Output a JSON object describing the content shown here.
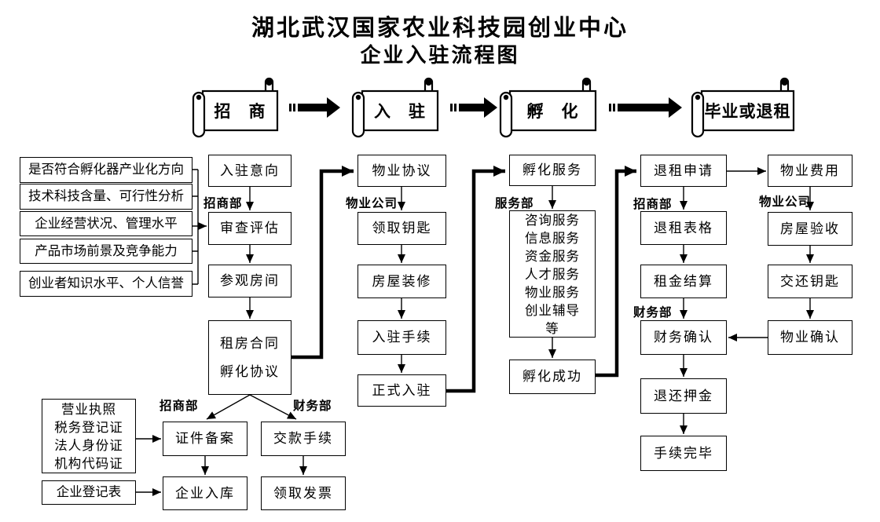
{
  "title": {
    "line1": "湖北武汉国家农业科技园创业中心",
    "line2": "企业入驻流程图"
  },
  "banners": {
    "b1": "招　商",
    "b2": "入　驻",
    "b3": "孵　化",
    "b4": "毕业或退租"
  },
  "criteria": {
    "c1": "是否符合孵化器产业化方向",
    "c2": "技术科技含量、可行性分析",
    "c3": "企业经营状况、管理水平",
    "c4": "产品市场前景及竞争能力",
    "c5": "创业者知识水平、个人信誉"
  },
  "col_zhaoshang": {
    "dept": "招商部",
    "intent": "入驻意向",
    "review": "审查评估",
    "visit": "参观房间",
    "contract1": "租房合同",
    "contract2": "孵化协议"
  },
  "registration": {
    "dept_left": "招商部",
    "dept_right": "财务部",
    "docs1": "营业执照",
    "docs2": "税务登记证",
    "docs3": "法人身份证",
    "docs4": "机构代码证",
    "form": "企业登记表",
    "filing": "证件备案",
    "archive": "企业入库",
    "payment": "交款手续",
    "invoice": "领取发票"
  },
  "col_wuye": {
    "dept": "物业公司",
    "agreement": "物业协议",
    "keys": "领取钥匙",
    "renovation": "房屋装修",
    "checkin": "入驻手续",
    "official": "正式入驻"
  },
  "col_service": {
    "dept": "服务部",
    "incubation": "孵化服务",
    "s1": "咨询服务",
    "s2": "信息服务",
    "s3": "资金服务",
    "s4": "人才服务",
    "s5": "物业服务",
    "s6": "创业辅导",
    "s7": "等",
    "success": "孵化成功"
  },
  "col_tuizu": {
    "dept1": "招商部",
    "dept2": "财务部",
    "apply": "退租申请",
    "form": "退租表格",
    "settlement": "租金结算",
    "finance_confirm": "财务确认",
    "deposit": "退还押金",
    "complete": "手续完毕"
  },
  "col_wuye2": {
    "dept": "物业公司",
    "fee": "物业费用",
    "inspection": "房屋验收",
    "return_keys": "交还钥匙",
    "confirm": "物业确认"
  },
  "colors": {
    "line": "#000000",
    "background": "#ffffff"
  }
}
